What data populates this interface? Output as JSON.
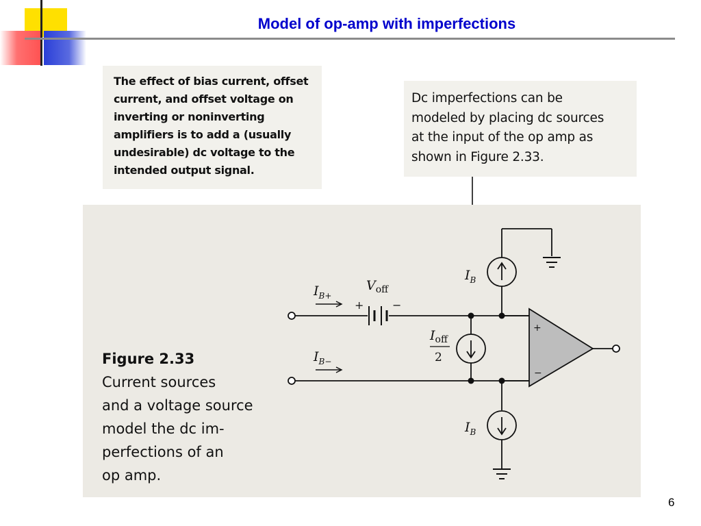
{
  "slide": {
    "title": "Model of op-amp with imperfections",
    "page_number": "6"
  },
  "text_left": "The effect of bias current, offset current, and offset voltage on inverting or noninverting amplifiers is to add a (usually undesirable) dc voltage to the intended output signal.",
  "text_left_lines": [
    "The effect of bias current, offset",
    "current, and offset voltage on",
    "inverting or noninverting",
    "amplifiers is to add a (usually",
    "undesirable) dc voltage to the",
    "intended output signal."
  ],
  "text_right_lines": [
    "Dc imperfections can be",
    "modeled by placing dc sources",
    "at the input of the op amp as",
    "shown in Figure 2.33."
  ],
  "figure": {
    "caption_title": "Figure 2.33",
    "caption_lines": [
      "Current sources",
      "and a voltage source",
      "model the dc im-",
      "perfections of an",
      "op amp."
    ],
    "labels": {
      "ib_plus": "I",
      "ib_plus_sub": "B+",
      "ib_minus": "I",
      "ib_minus_sub": "B−",
      "voff": "V",
      "voff_sub": "off",
      "ioff": "I",
      "ioff_sub": "off",
      "ioff_den": "2",
      "ib_top": "I",
      "ib_top_sub": "B",
      "ib_bottom": "I",
      "ib_bottom_sub": "B",
      "plus_sign": "+",
      "minus_sign": "−",
      "opamp_plus": "+",
      "opamp_minus": "−"
    }
  },
  "colors": {
    "title": "#0000cc",
    "accent_yellow": "#ffe000",
    "accent_red": "#ff5050",
    "accent_blue": "#2a3fd8",
    "opamp_fill": "#bdbdbd"
  }
}
